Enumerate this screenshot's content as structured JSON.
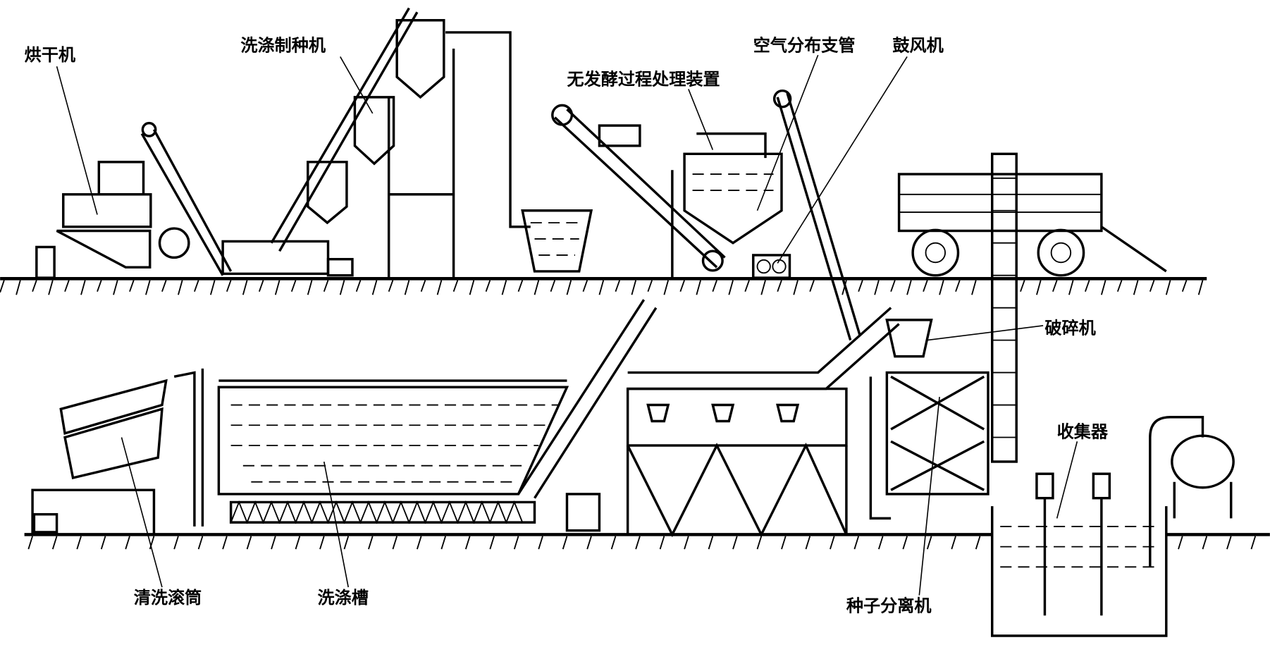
{
  "labels": {
    "dryer": "烘干机",
    "washing_seed_machine": "洗涤制种机",
    "non_fermentation_device": "无发酵过程处理装置",
    "air_distribution_pipe": "空气分布支管",
    "blower": "鼓风机",
    "crusher": "破碎机",
    "collector": "收集器",
    "cleaning_drum": "清洗滚筒",
    "washing_tank": "洗涤槽",
    "seed_separator": "种子分离机"
  }
}
